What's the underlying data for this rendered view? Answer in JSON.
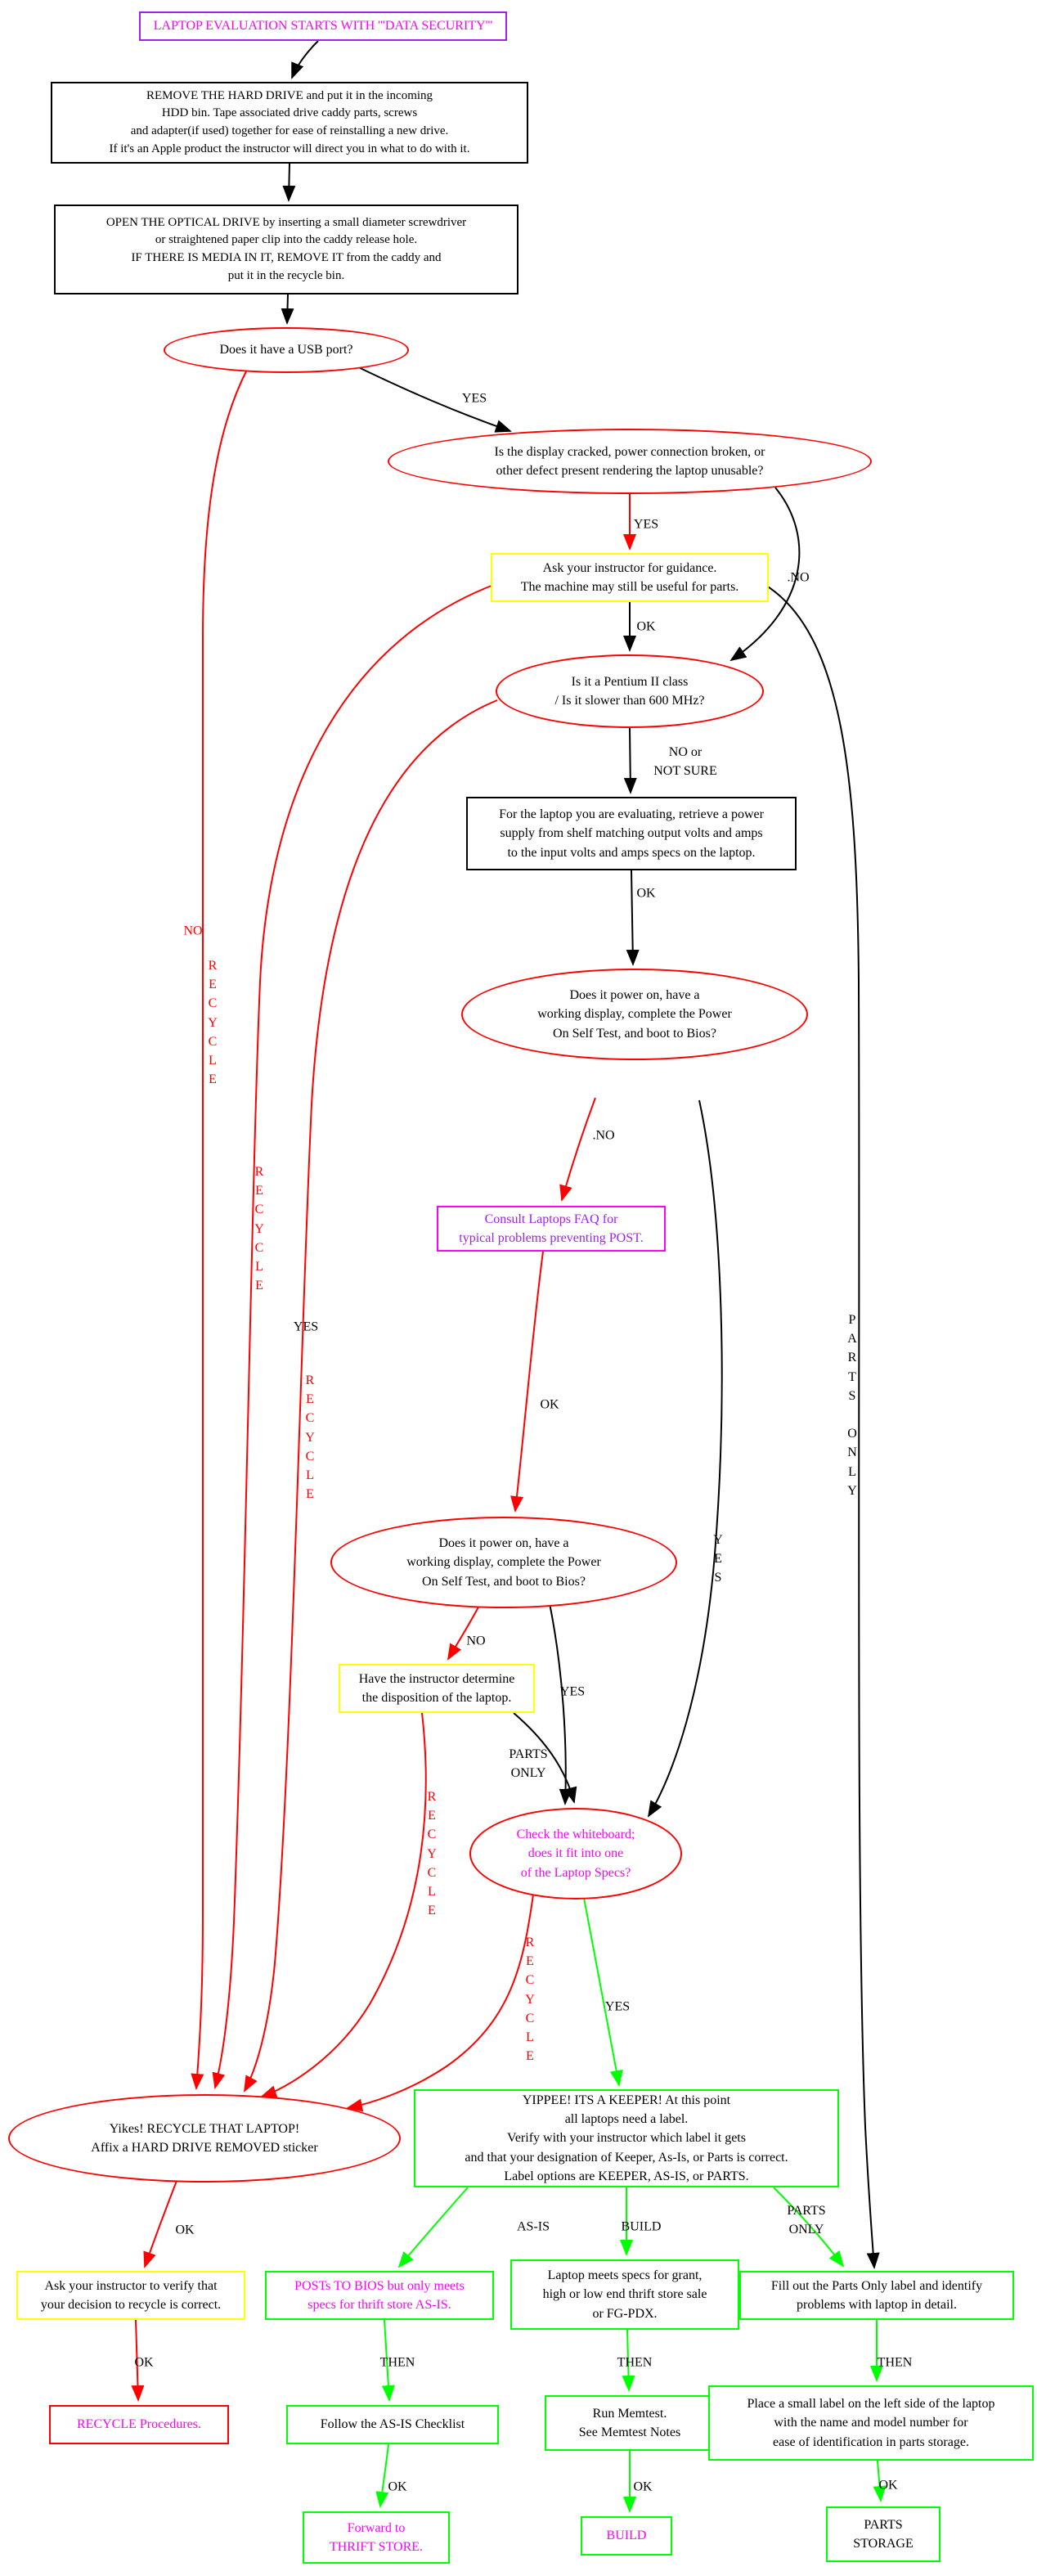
{
  "diagram_title": "Laptop Evaluation Flowchart",
  "colors": {
    "edge_black": "#000000",
    "edge_red": "#ff0000",
    "edge_green": "#00ff00",
    "border_yellow": "#ffff00",
    "border_magenta": "#ff00ff",
    "border_purple": "#a020f0",
    "text_magenta": "#ff00ff",
    "text_purple": "#a020f0"
  },
  "nodes": {
    "start": {
      "text": "LAPTOP EVALUATION STARTS WITH '''DATA SECURITY'''"
    },
    "remove_hdd": {
      "text": "REMOVE THE HARD DRIVE and put it in the incoming\nHDD bin. Tape associated drive caddy parts, screws\nand adapter(if used) together for ease of reinstalling a new drive.\nIf it's an Apple product the instructor will direct you in what to do with it."
    },
    "optical": {
      "text": "OPEN THE OPTICAL DRIVE by inserting a small diameter screwdriver\nor straightened paper clip into the caddy release hole.\nIF THERE IS MEDIA IN IT, REMOVE IT from the caddy and\nput it in the recycle bin."
    },
    "usb": {
      "text": "Does it have a USB port?"
    },
    "cracked": {
      "text": "Is the display cracked, power connection broken, or\nother defect present rendering the laptop unusable?"
    },
    "guidance": {
      "text": "Ask your instructor for guidance.\nThe machine may still be useful for parts."
    },
    "pentium": {
      "text": "Is it a Pentium II class\n/ Is it slower than 600 MHz?"
    },
    "psu": {
      "text": "For the laptop you are evaluating, retrieve a power\nsupply from shelf matching output volts and amps\nto the input volts and amps specs on the laptop."
    },
    "poweron1": {
      "text": "Does it power on, have a\nworking display, complete the Power\nOn Self Test, and boot to Bios?"
    },
    "faq": {
      "text": "Consult Laptops FAQ for\ntypical problems preventing POST."
    },
    "poweron2": {
      "text": "Does it power on, have a\nworking display, complete the Power\nOn Self Test, and boot to Bios?"
    },
    "disposition": {
      "text": "Have the instructor determine\nthe disposition of the laptop."
    },
    "whiteboard": {
      "text": "Check the whiteboard;\ndoes it fit into one\nof the Laptop Specs?"
    },
    "yippee": {
      "text": "YIPPEE! ITS A KEEPER! At this point\nall laptops need a label.\nVerify with your instructor which label it gets\nand that your designation of Keeper, As-Is, or Parts is correct.\nLabel options are KEEPER, AS-IS, or PARTS."
    },
    "recycle": {
      "text": "Yikes! RECYCLE THAT LAPTOP!\nAffix a HARD DRIVE REMOVED sticker"
    },
    "verify": {
      "text": "Ask your instructor to verify that\nyour decision to recycle is correct."
    },
    "asis": {
      "text": "POSTs TO BIOS but only meets\nspecs for thrift store AS-IS."
    },
    "build_meets": {
      "text": "Laptop meets specs for grant,\nhigh or low end thrift store sale\nor FG-PDX."
    },
    "partsonly": {
      "text": "Fill out the Parts Only label and identify\nproblems with laptop in detail."
    },
    "recycle_proc": {
      "text": "RECYCLE Procedures."
    },
    "checklist": {
      "text": "Follow the AS-IS Checklist"
    },
    "memtest": {
      "text": "Run Memtest.\nSee Memtest Notes"
    },
    "small_label": {
      "text": "Place a small label on the left side of the laptop\nwith the name and model number for\nease of identification in parts storage."
    },
    "thrift": {
      "text": "Forward to\nTHRIFT STORE."
    },
    "build2": {
      "text": "BUILD"
    },
    "parts_storage": {
      "text": "PARTS\nSTORAGE"
    }
  },
  "edge_labels": {
    "usb_yes": "YES",
    "usb_no": "NO",
    "usb_recycle": "R\nE\nC\nY\nC\nL\nE",
    "cracked_yes": "YES",
    "cracked_no": ".NO",
    "guidance_ok": "OK",
    "guidance_recycle": "R\nE\nC\nY\nC\nL\nE",
    "guidance_parts": "P\nA\nR\nT\nS\n\nO\nN\nL\nY",
    "pentium_yes": "YES",
    "pentium_recycle": "R\nE\nC\nY\nC\nL\nE",
    "pentium_no": "NO or\nNOT SURE",
    "psu_ok": "OK",
    "poweron1_no": ".NO",
    "poweron1_yes": "Y\nE\nS",
    "faq_ok": "OK",
    "poweron2_no": "NO",
    "poweron2_yes": "YES",
    "disposition_recycle": "R\nE\nC\nY\nC\nL\nE",
    "disposition_parts": "PARTS\nONLY",
    "whiteboard_recycle": "R\nE\nC\nY\nC\nL\nE",
    "whiteboard_yes": "YES",
    "recycle_ok": "OK",
    "yippee_asis": "AS-IS",
    "yippee_build": "BUILD",
    "yippee_parts": "PARTS\nONLY",
    "verify_ok": "OK",
    "asis_then": "THEN",
    "build_then": "THEN",
    "parts_then": "THEN",
    "checklist_ok": "OK",
    "memtest_ok": "OK",
    "label_ok": "OK"
  }
}
